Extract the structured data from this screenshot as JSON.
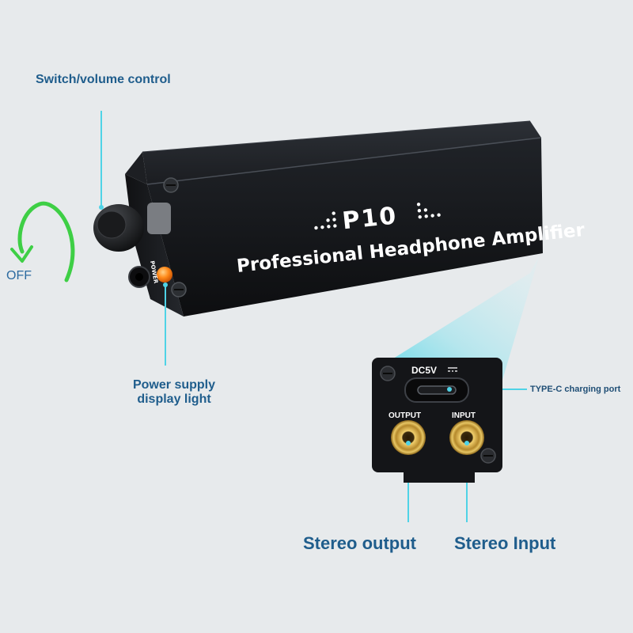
{
  "product": {
    "model": "P10",
    "name": "Professional Headphone Amplifier",
    "side_mark": "POWER"
  },
  "callouts": {
    "switch_volume": "Switch/volume control",
    "off": "OFF",
    "power_light_line1": "Power supply",
    "power_light_line2": "display light",
    "typec_port": "TYPE-C charging port",
    "stereo_output": "Stereo output",
    "stereo_input": "Stereo Input"
  },
  "panel": {
    "dc_label": "DC5V",
    "output_label": "OUTPUT",
    "input_label": "INPUT"
  },
  "colors": {
    "background": "#e7eaec",
    "label_blue": "#1f5d8c",
    "leader_cyan": "#4fd3e6",
    "arrow_green": "#3ecf45",
    "indicator_orange": "#ff8a1a",
    "body_black": "#16181b"
  }
}
